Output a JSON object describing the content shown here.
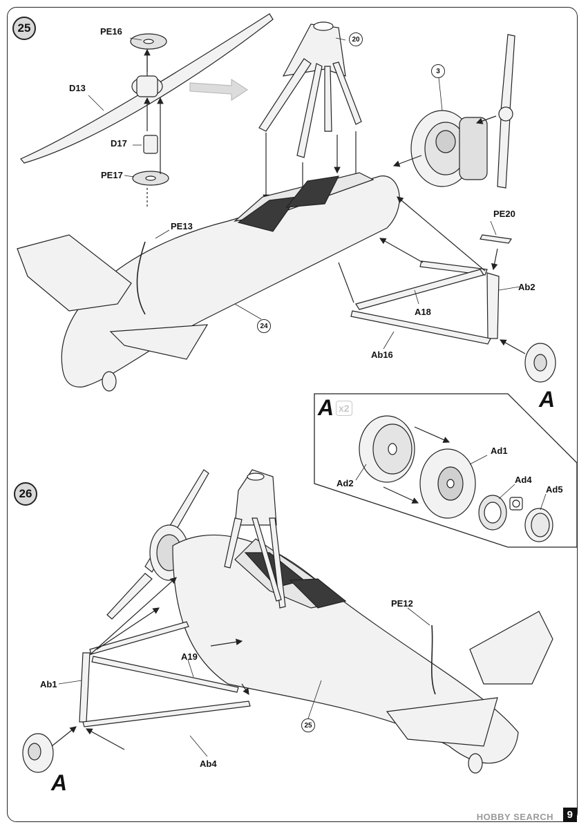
{
  "steps": [
    {
      "number": "25",
      "labels": {
        "pe16": "PE16",
        "d13": "D13",
        "d17": "D17",
        "pe17": "PE17",
        "pe13": "PE13",
        "pe20": "PE20",
        "ab2": "Ab2",
        "a18": "A18",
        "ab16": "Ab16"
      },
      "callouts": {
        "rotor_pylon": "20",
        "engine": "3",
        "fuselage": "24"
      },
      "subassembly_ref": "A"
    },
    {
      "number": "26",
      "labels": {
        "pe12": "PE12",
        "a19": "A19",
        "ab1": "Ab1",
        "ab4": "Ab4"
      },
      "callouts": {
        "fuselage": "25"
      },
      "subassembly_ref": "A"
    }
  ],
  "wheel_subassembly": {
    "letter": "A",
    "quantity": "x2",
    "labels": {
      "ad1": "Ad1",
      "ad2": "Ad2",
      "ad4": "Ad4",
      "ad5": "Ad5"
    }
  },
  "page_number": "9",
  "watermark": "HOBBY SEARCH",
  "colors": {
    "line": "#222222",
    "part_fill": "#f2f2f2",
    "badge_fill": "#d9d9d9"
  }
}
